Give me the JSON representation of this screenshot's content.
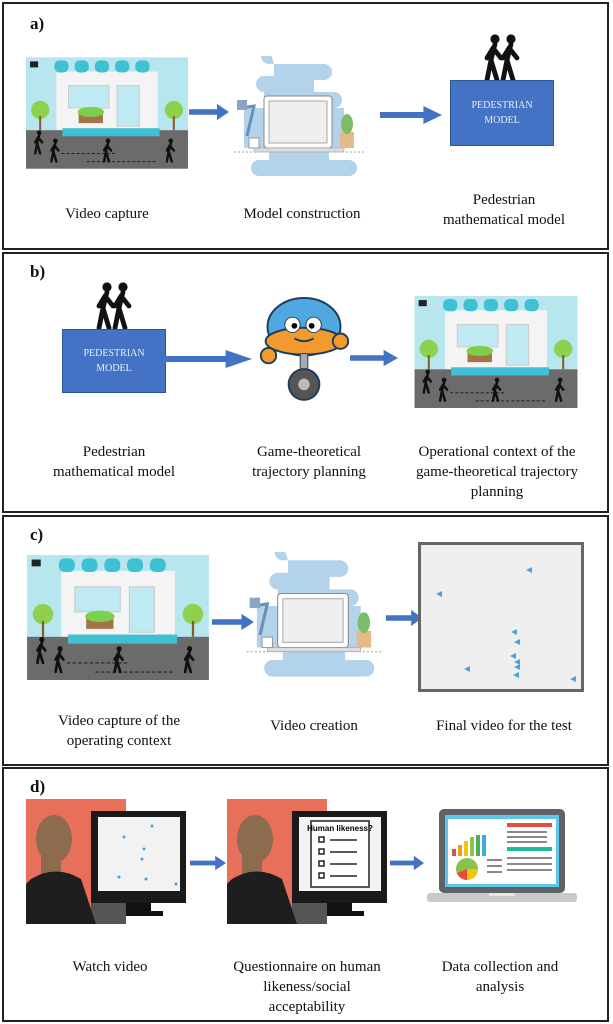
{
  "panels": {
    "a": {
      "label": "a)",
      "captions": {
        "video": "Video capture",
        "model": "Model construction",
        "ped_1": "Pedestrian",
        "ped_2": "mathematical model"
      },
      "box_1": "PEDESTRIAN",
      "box_2": "MODEL"
    },
    "b": {
      "label": "b)",
      "captions": {
        "ped_1": "Pedestrian",
        "ped_2": "mathematical model",
        "game_1": "Game-theoretical",
        "game_2": "trajectory planning",
        "op_1": "Operational context of the",
        "op_2": "game-theoretical trajectory",
        "op_3": "planning"
      },
      "box_1": "PEDESTRIAN",
      "box_2": "MODEL"
    },
    "c": {
      "label": "c)",
      "captions": {
        "cap_1": "Video capture of the",
        "cap_2": "operating context",
        "creation": "Video creation",
        "final": "Final video for the test"
      }
    },
    "d": {
      "label": "d)",
      "captions": {
        "watch": "Watch video",
        "q_1": "Questionnaire on human",
        "q_2": "likeness/social",
        "q_3": "acceptability",
        "data_1": "Data collection and",
        "data_2": "analysis"
      },
      "screen_title": "Human likeness?"
    }
  },
  "colors": {
    "arrow": "#4472c4",
    "box": "#4472c4",
    "sky": "#b8e6ef",
    "awning": "#3fc1d3",
    "ground": "#6b6b6b",
    "backdrop": "#e8705a"
  }
}
